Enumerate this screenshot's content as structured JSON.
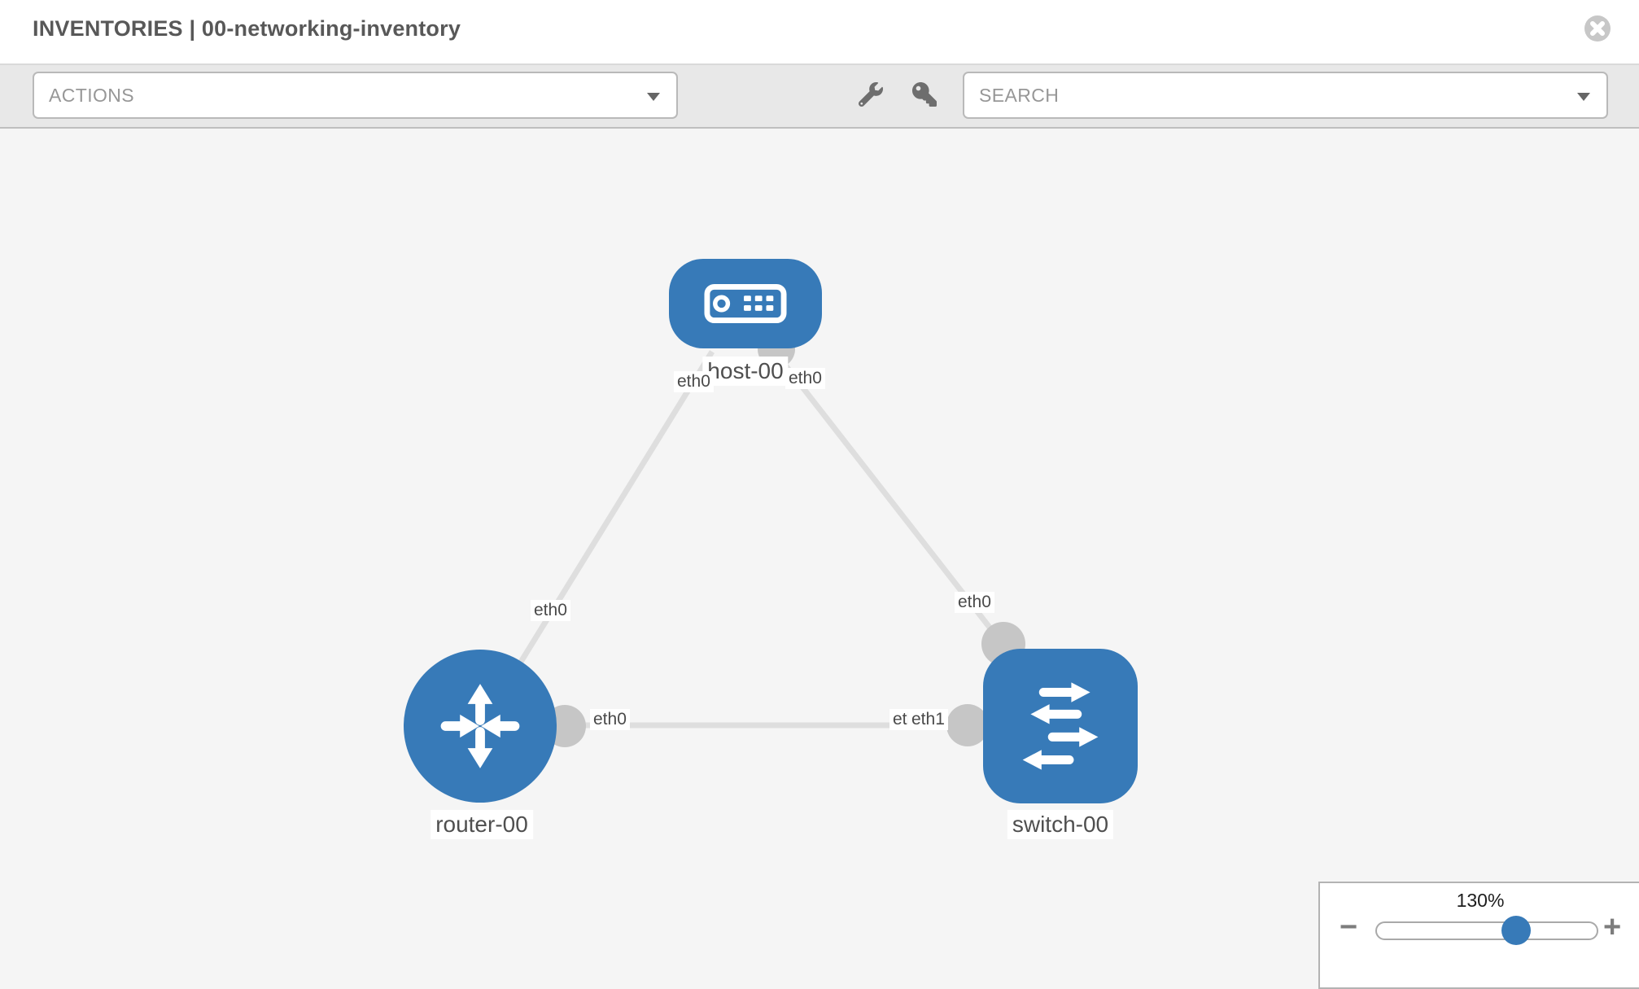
{
  "header": {
    "title": "INVENTORIES | 00-networking-inventory"
  },
  "toolbar": {
    "actions_label": "ACTIONS",
    "search_label": "SEARCH",
    "icons": [
      "wrench-icon",
      "key-icon"
    ]
  },
  "topology": {
    "nodes": {
      "host": {
        "label": "host-00",
        "type": "host"
      },
      "router": {
        "label": "router-00",
        "type": "router"
      },
      "switch": {
        "label": "switch-00",
        "type": "switch"
      }
    },
    "interfaces": {
      "host_left": "eth0",
      "host_right": "eth0",
      "link_router_host": "eth0",
      "link_host_switch": "eth0",
      "router_eth0": "eth0",
      "switch_hidden": "eth0",
      "switch_eth1": "eth1"
    },
    "links": [
      {
        "from": "router-00",
        "to": "host-00"
      },
      {
        "from": "host-00",
        "to": "switch-00"
      },
      {
        "from": "router-00",
        "to": "switch-00"
      }
    ]
  },
  "zoom_control": {
    "level": "130%",
    "percent": 130,
    "minus_label": "−",
    "plus_label": "+"
  },
  "colors": {
    "node_blue": "#377ab8",
    "link_gray": "#dedede",
    "connector_gray": "#c6c6c6",
    "toolbar_gray": "#e8e8e8",
    "canvas_gray": "#f5f5f5"
  }
}
